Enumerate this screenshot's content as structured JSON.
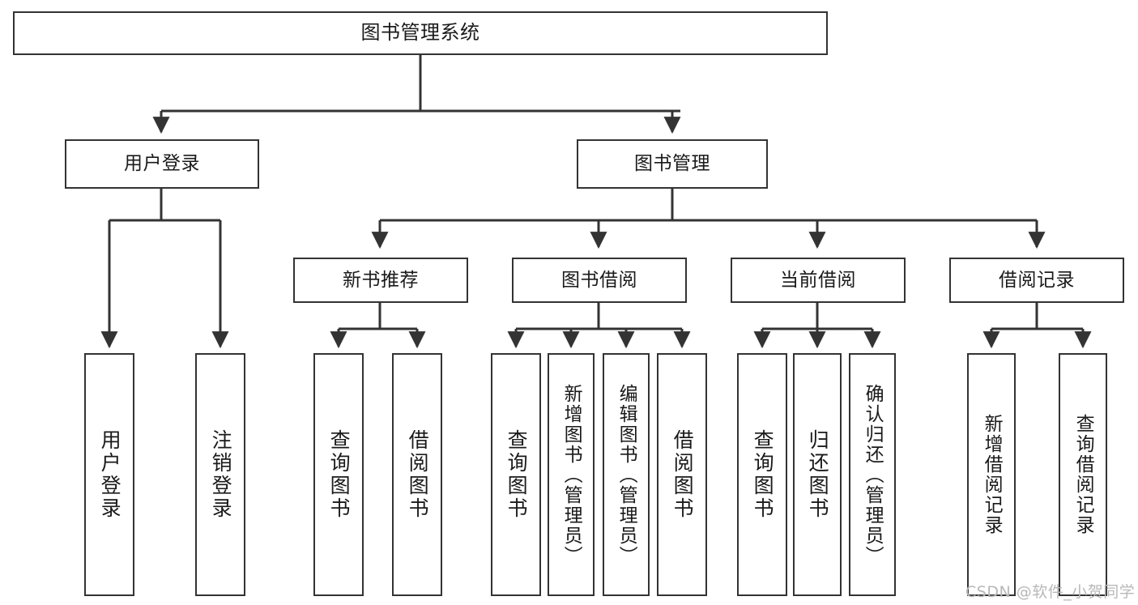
{
  "diagram": {
    "title": "图书管理系统",
    "type": "hierarchy-tree",
    "root": {
      "label": "图书管理系统"
    },
    "level1": [
      {
        "id": "user-login",
        "label": "用户登录"
      },
      {
        "id": "book-management",
        "label": "图书管理"
      }
    ],
    "level2": [
      {
        "id": "new-book-recommend",
        "label": "新书推荐"
      },
      {
        "id": "book-borrow",
        "label": "图书借阅"
      },
      {
        "id": "current-borrow",
        "label": "当前借阅"
      },
      {
        "id": "borrow-record",
        "label": "借阅记录"
      }
    ],
    "leaves": [
      {
        "id": "leaf-user-login",
        "label": "用户登录",
        "parent": "user-login"
      },
      {
        "id": "leaf-logout-login",
        "label": "注销登录",
        "parent": "user-login"
      },
      {
        "id": "leaf-query-book-1",
        "label": "查询图书",
        "parent": "new-book-recommend"
      },
      {
        "id": "leaf-borrow-book-1",
        "label": "借阅图书",
        "parent": "new-book-recommend"
      },
      {
        "id": "leaf-query-book-2",
        "label": "查询图书",
        "parent": "book-borrow"
      },
      {
        "id": "leaf-add-book",
        "label": "新增图书（管理员）",
        "parent": "book-borrow"
      },
      {
        "id": "leaf-edit-book",
        "label": "编辑图书（管理员）",
        "parent": "book-borrow"
      },
      {
        "id": "leaf-borrow-book-2",
        "label": "借阅图书",
        "parent": "book-borrow"
      },
      {
        "id": "leaf-query-book-3",
        "label": "查询图书",
        "parent": "current-borrow"
      },
      {
        "id": "leaf-return-book",
        "label": "归还图书",
        "parent": "current-borrow"
      },
      {
        "id": "leaf-confirm-return",
        "label": "确认归还（管理员）",
        "parent": "current-borrow"
      },
      {
        "id": "leaf-add-record",
        "label": "新增借阅记录",
        "parent": "borrow-record"
      },
      {
        "id": "leaf-query-record",
        "label": "查询借阅记录",
        "parent": "borrow-record"
      }
    ],
    "colors": {
      "stroke": "#333333",
      "background": "#ffffff",
      "text": "#1a1a1a",
      "watermark": "#b8b8b8"
    }
  },
  "watermark": {
    "text": "CSDN @软件_小贺同学"
  }
}
